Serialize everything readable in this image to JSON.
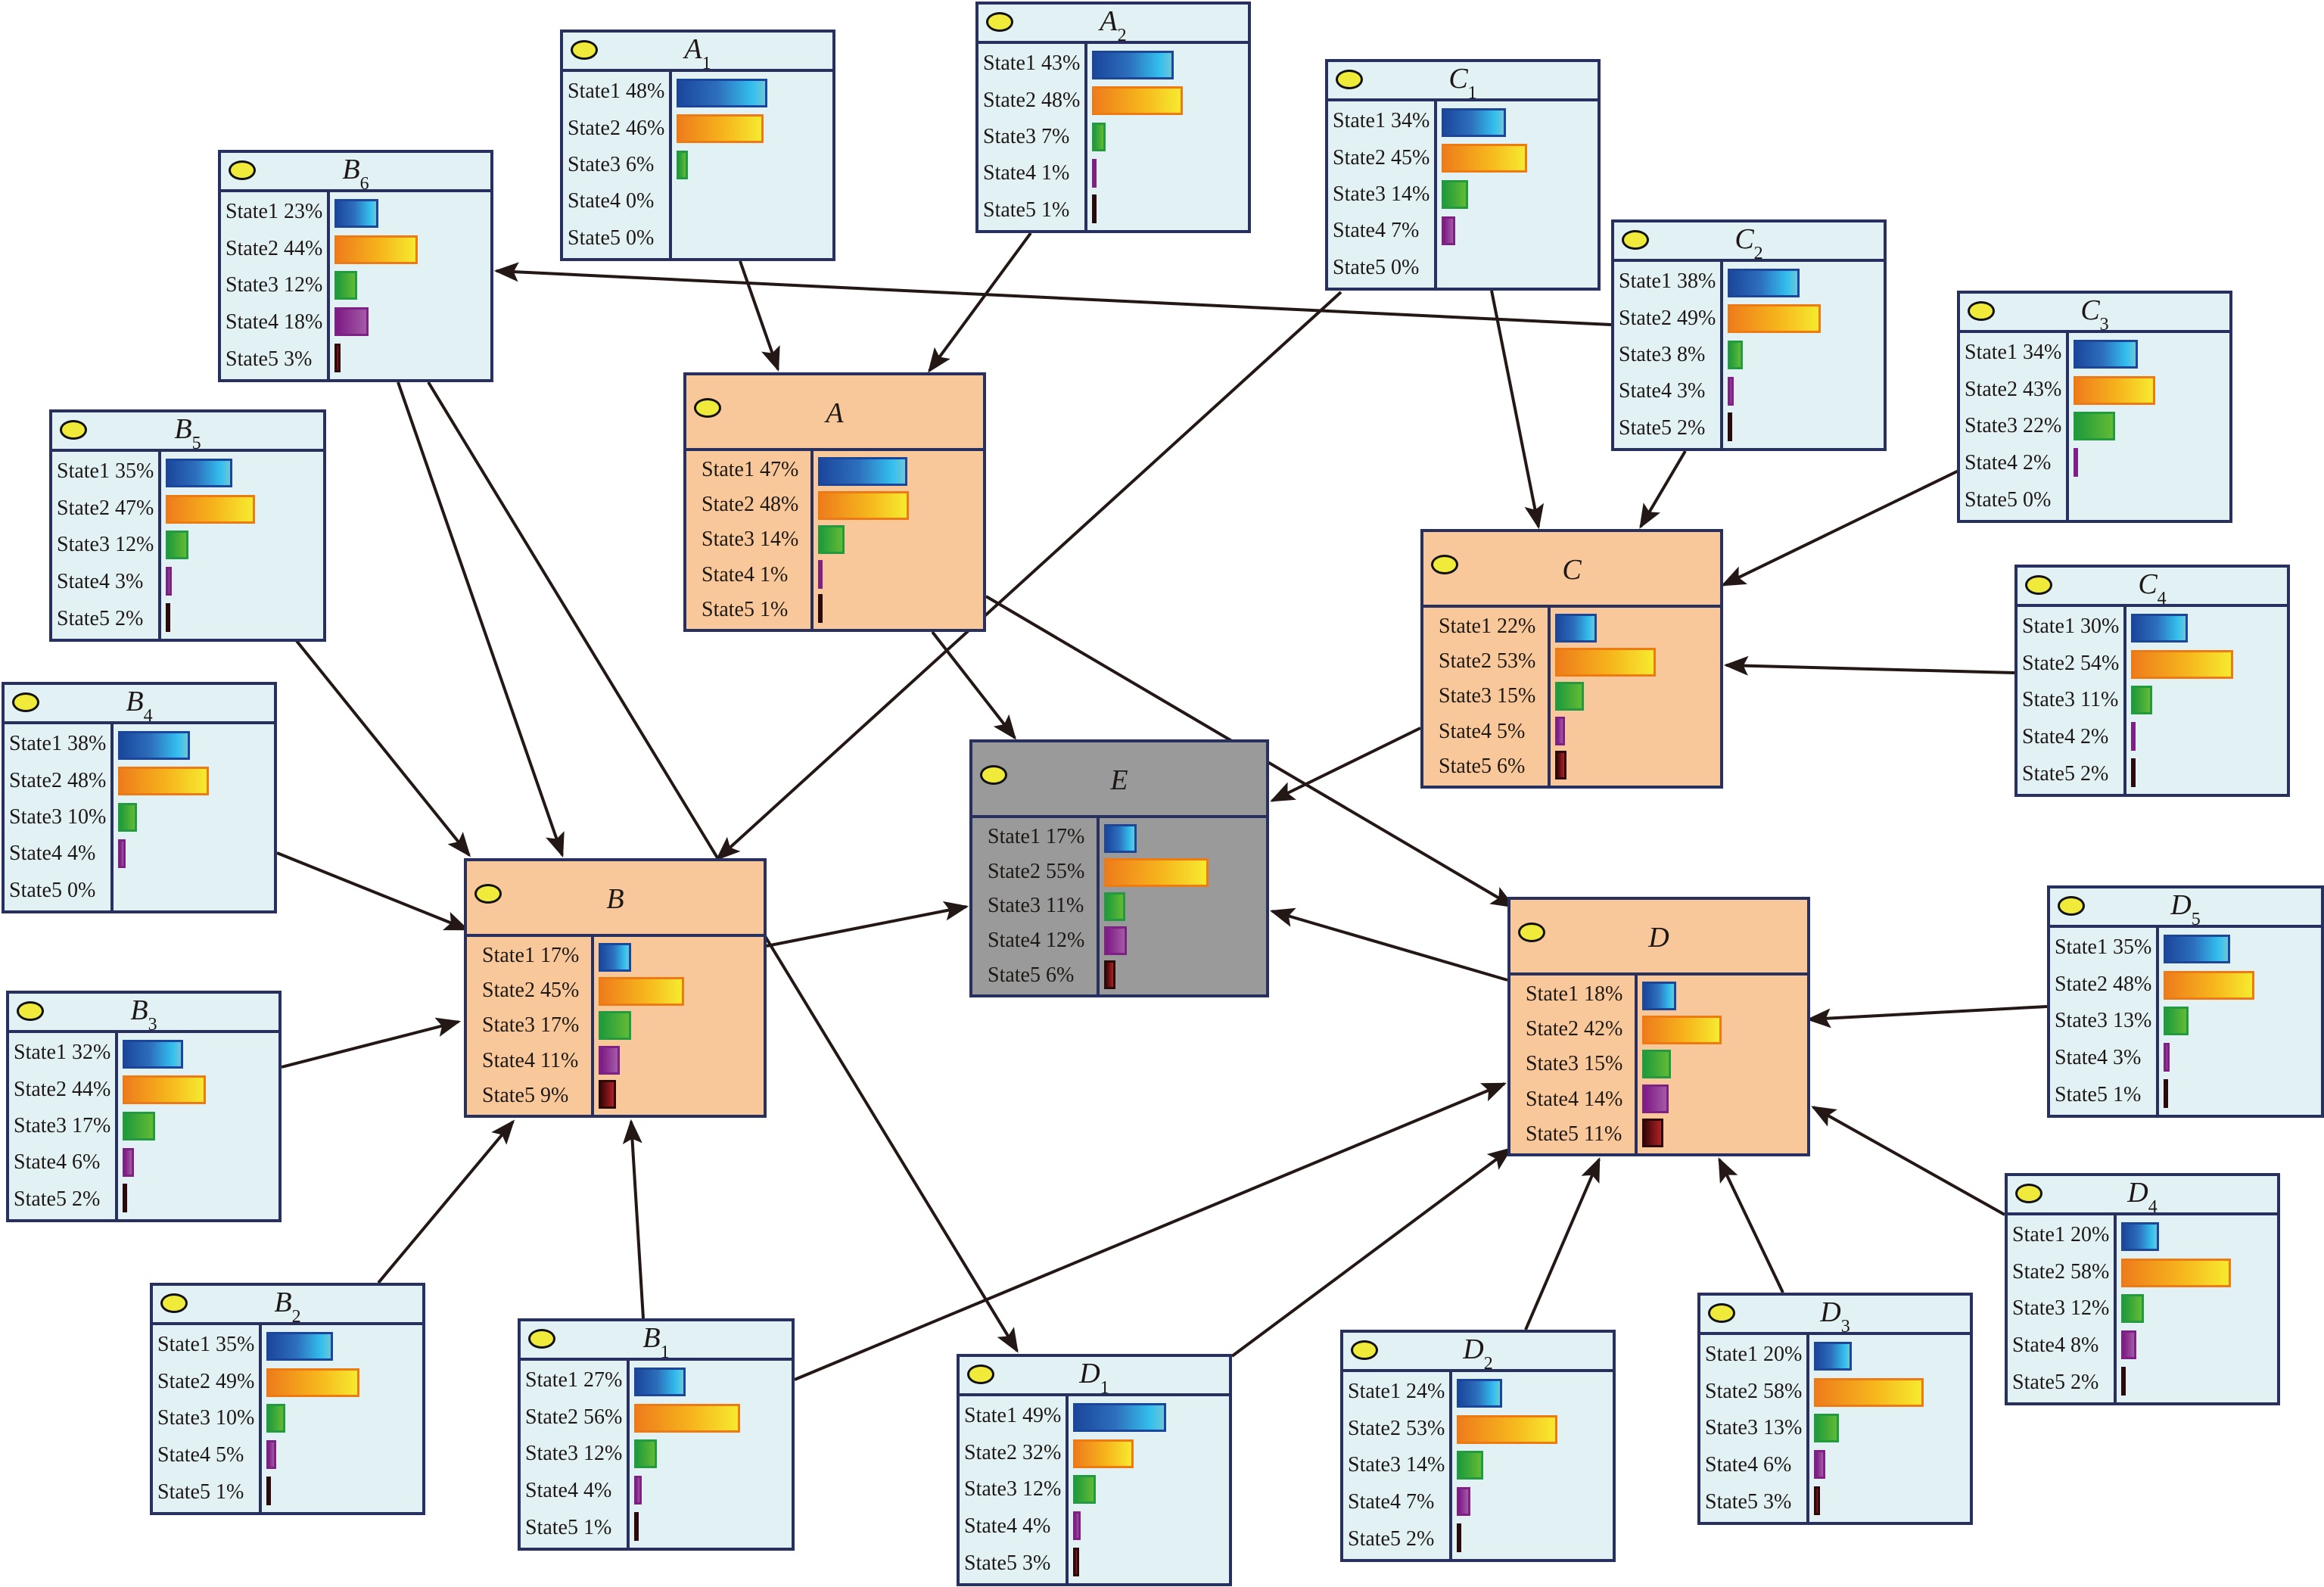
{
  "diagram": {
    "type": "bayesian-network",
    "state_labels": [
      "State1",
      "State2",
      "State3",
      "State4",
      "State5"
    ],
    "colors": {
      "satellite_node_bg": "#e2f1f4",
      "intermediate_node_bg": "#f8c89b",
      "target_node_bg": "#9a9a9a",
      "node_border": "#27305e",
      "indicator_dot": "#f0ea3a",
      "edge": "#231815",
      "state1_bar": "#1b479c",
      "state2_bar": "#f6b51c",
      "state3_bar": "#239a3f",
      "state4_bar": "#7d2185",
      "state5_bar": "#6b0d10"
    },
    "nodes": [
      {
        "id": "A1",
        "letter": "A",
        "sub": "1",
        "kind": "satellite",
        "probs": [
          48,
          46,
          6,
          0,
          0
        ]
      },
      {
        "id": "A2",
        "letter": "A",
        "sub": "2",
        "kind": "satellite",
        "probs": [
          43,
          48,
          7,
          1,
          1
        ]
      },
      {
        "id": "B6",
        "letter": "B",
        "sub": "6",
        "kind": "satellite",
        "probs": [
          23,
          44,
          12,
          18,
          3
        ]
      },
      {
        "id": "C1",
        "letter": "C",
        "sub": "1",
        "kind": "satellite",
        "probs": [
          34,
          45,
          14,
          7,
          0
        ]
      },
      {
        "id": "C2",
        "letter": "C",
        "sub": "2",
        "kind": "satellite",
        "probs": [
          38,
          49,
          8,
          3,
          2
        ]
      },
      {
        "id": "C3",
        "letter": "C",
        "sub": "3",
        "kind": "satellite",
        "probs": [
          34,
          43,
          22,
          2,
          0
        ]
      },
      {
        "id": "A",
        "letter": "A",
        "sub": "",
        "kind": "main",
        "probs": [
          47,
          48,
          14,
          1,
          1
        ]
      },
      {
        "id": "B5",
        "letter": "B",
        "sub": "5",
        "kind": "satellite",
        "probs": [
          35,
          47,
          12,
          3,
          2
        ]
      },
      {
        "id": "C",
        "letter": "C",
        "sub": "",
        "kind": "main",
        "probs": [
          22,
          53,
          15,
          5,
          6
        ]
      },
      {
        "id": "C4",
        "letter": "C",
        "sub": "4",
        "kind": "satellite",
        "probs": [
          30,
          54,
          11,
          2,
          2
        ]
      },
      {
        "id": "B4",
        "letter": "B",
        "sub": "4",
        "kind": "satellite",
        "probs": [
          38,
          48,
          10,
          4,
          0
        ]
      },
      {
        "id": "E",
        "letter": "E",
        "sub": "",
        "kind": "evidence",
        "probs": [
          17,
          55,
          11,
          12,
          6
        ]
      },
      {
        "id": "B",
        "letter": "B",
        "sub": "",
        "kind": "main",
        "probs": [
          17,
          45,
          17,
          11,
          9
        ]
      },
      {
        "id": "D",
        "letter": "D",
        "sub": "",
        "kind": "main",
        "probs": [
          18,
          42,
          15,
          14,
          11
        ]
      },
      {
        "id": "D5",
        "letter": "D",
        "sub": "5",
        "kind": "satellite",
        "probs": [
          35,
          48,
          13,
          3,
          1
        ]
      },
      {
        "id": "B3",
        "letter": "B",
        "sub": "3",
        "kind": "satellite",
        "probs": [
          32,
          44,
          17,
          6,
          2
        ]
      },
      {
        "id": "D4",
        "letter": "D",
        "sub": "4",
        "kind": "satellite",
        "probs": [
          20,
          58,
          12,
          8,
          2
        ]
      },
      {
        "id": "B2",
        "letter": "B",
        "sub": "2",
        "kind": "satellite",
        "probs": [
          35,
          49,
          10,
          5,
          1
        ]
      },
      {
        "id": "B1",
        "letter": "B",
        "sub": "1",
        "kind": "satellite",
        "probs": [
          27,
          56,
          12,
          4,
          1
        ]
      },
      {
        "id": "D1",
        "letter": "D",
        "sub": "1",
        "kind": "satellite",
        "probs": [
          49,
          32,
          12,
          4,
          3
        ]
      },
      {
        "id": "D2",
        "letter": "D",
        "sub": "2",
        "kind": "satellite",
        "probs": [
          24,
          53,
          14,
          7,
          2
        ]
      },
      {
        "id": "D3",
        "letter": "D",
        "sub": "3",
        "kind": "satellite",
        "probs": [
          20,
          58,
          13,
          6,
          3
        ]
      }
    ],
    "edges": [
      {
        "from": "A1",
        "to": "A"
      },
      {
        "from": "A2",
        "to": "A"
      },
      {
        "from": "C2",
        "to": "B6"
      },
      {
        "from": "C1",
        "to": "B"
      },
      {
        "from": "C1",
        "to": "C"
      },
      {
        "from": "C2",
        "to": "C"
      },
      {
        "from": "C3",
        "to": "C"
      },
      {
        "from": "C4",
        "to": "C"
      },
      {
        "from": "B6",
        "to": "B"
      },
      {
        "from": "B6",
        "to": "D1"
      },
      {
        "from": "B5",
        "to": "B"
      },
      {
        "from": "B4",
        "to": "B"
      },
      {
        "from": "B3",
        "to": "B"
      },
      {
        "from": "B2",
        "to": "B"
      },
      {
        "from": "B1",
        "to": "B"
      },
      {
        "from": "B1",
        "to": "D"
      },
      {
        "from": "A",
        "to": "E"
      },
      {
        "from": "A",
        "to": "D"
      },
      {
        "from": "B",
        "to": "E"
      },
      {
        "from": "C",
        "to": "E"
      },
      {
        "from": "D",
        "to": "E"
      },
      {
        "from": "D1",
        "to": "D"
      },
      {
        "from": "D2",
        "to": "D"
      },
      {
        "from": "D3",
        "to": "D"
      },
      {
        "from": "D4",
        "to": "D"
      },
      {
        "from": "D5",
        "to": "D"
      }
    ]
  }
}
